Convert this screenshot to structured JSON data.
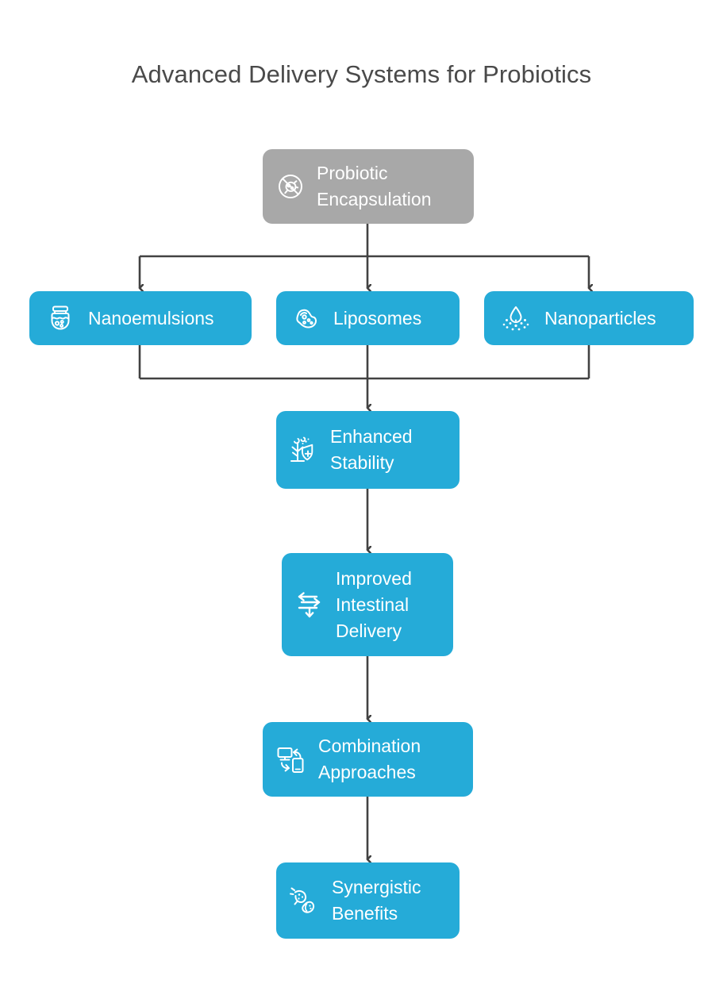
{
  "page": {
    "title": "Advanced Delivery Systems for Probiotics",
    "background_color": "#ffffff"
  },
  "theme": {
    "accent_color": "#25abd8",
    "root_color": "#a8a8a8",
    "connector_color": "#424242",
    "title_color": "#4a4a4a",
    "node_text_color": "#ffffff"
  },
  "chart_data": {
    "type": "diagram",
    "diagram_type": "flowchart",
    "title": "Advanced Delivery Systems for Probiotics",
    "orientation": "top-to-bottom",
    "nodes": [
      {
        "id": "root",
        "label": "Probiotic\nEncapsulation",
        "icon": "probiotic-no-bacteria-icon",
        "color": "#a8a8a8",
        "level": 0
      },
      {
        "id": "nanoemulsions",
        "label": "Nanoemulsions",
        "icon": "emulsion-jar-icon",
        "color": "#25abd8",
        "level": 1
      },
      {
        "id": "liposomes",
        "label": "Liposomes",
        "icon": "liposome-vesicle-icon",
        "color": "#25abd8",
        "level": 1
      },
      {
        "id": "nanoparticles",
        "label": "Nanoparticles",
        "icon": "droplet-particles-icon",
        "color": "#25abd8",
        "level": 1
      },
      {
        "id": "stability",
        "label": "Enhanced\nStability",
        "icon": "plant-shield-icon",
        "color": "#25abd8",
        "level": 2
      },
      {
        "id": "intestinal",
        "label": "Improved\nIntestinal\nDelivery",
        "icon": "flow-transfer-icon",
        "color": "#25abd8",
        "level": 3
      },
      {
        "id": "combination",
        "label": "Combination\nApproaches",
        "icon": "device-sync-icon",
        "color": "#25abd8",
        "level": 4
      },
      {
        "id": "synergy",
        "label": "Synergistic\nBenefits",
        "icon": "bacteria-capsule-icon",
        "color": "#25abd8",
        "level": 5
      }
    ],
    "edges": [
      {
        "from": "root",
        "to": "nanoemulsions",
        "style": "orthogonal-arrow"
      },
      {
        "from": "root",
        "to": "liposomes",
        "style": "orthogonal-arrow"
      },
      {
        "from": "root",
        "to": "nanoparticles",
        "style": "orthogonal-arrow"
      },
      {
        "from": "nanoemulsions",
        "to": "stability",
        "style": "orthogonal-arrow"
      },
      {
        "from": "liposomes",
        "to": "stability",
        "style": "orthogonal-arrow"
      },
      {
        "from": "nanoparticles",
        "to": "stability",
        "style": "orthogonal-arrow"
      },
      {
        "from": "stability",
        "to": "intestinal",
        "style": "straight-arrow"
      },
      {
        "from": "intestinal",
        "to": "combination",
        "style": "straight-arrow"
      },
      {
        "from": "combination",
        "to": "synergy",
        "style": "straight-arrow"
      }
    ]
  }
}
